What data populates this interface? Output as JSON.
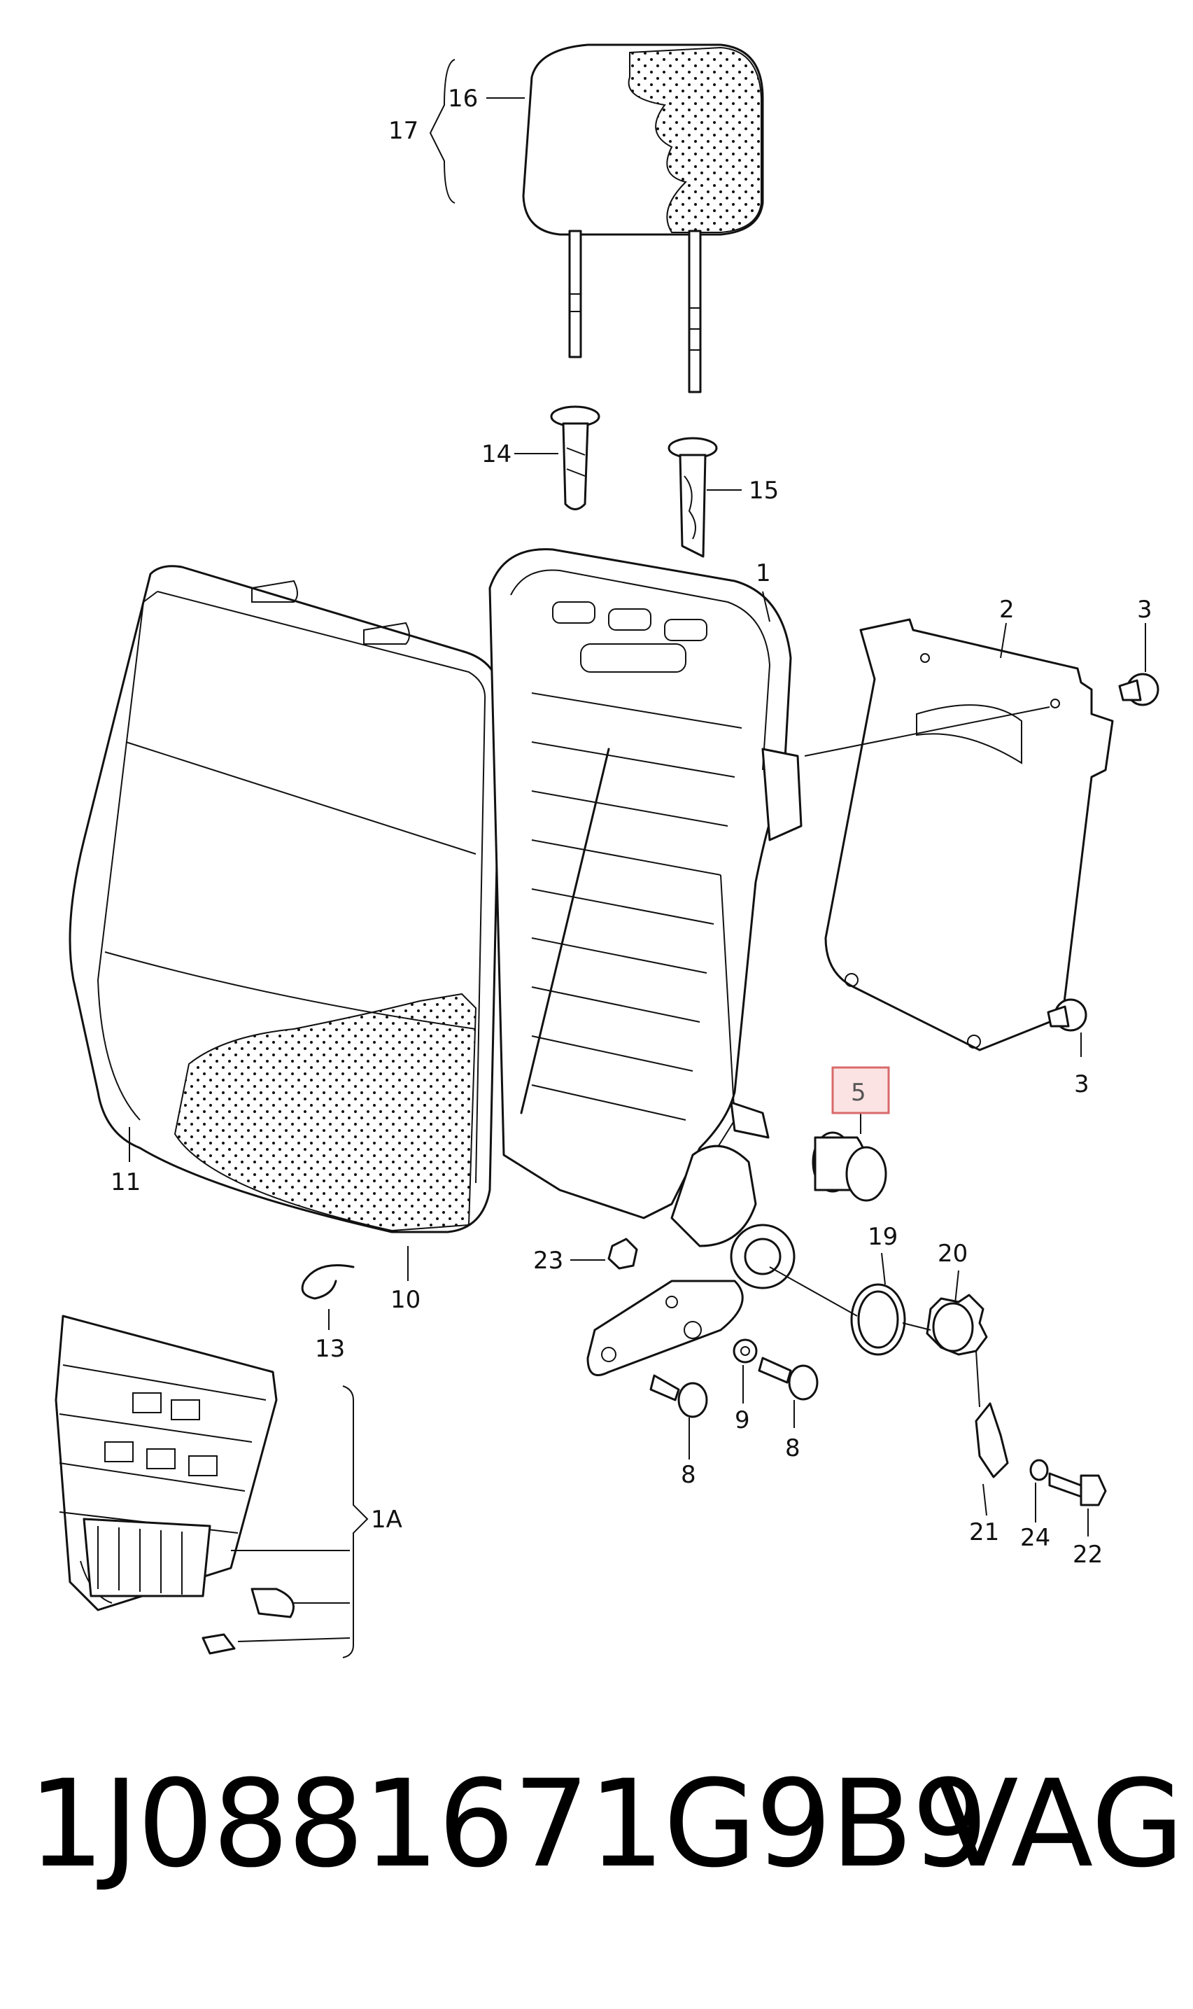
{
  "diagram": {
    "callouts": {
      "c1": "1",
      "c2": "2",
      "c3a": "3",
      "c3b": "3",
      "c5": "5",
      "c8a": "8",
      "c8b": "8",
      "c9": "9",
      "c10": "10",
      "c11": "11",
      "c13": "13",
      "c14": "14",
      "c15": "15",
      "c16": "16",
      "c17": "17",
      "c19": "19",
      "c20": "20",
      "c21": "21",
      "c22": "22",
      "c23": "23",
      "c24": "24",
      "c1A": "1A"
    },
    "highlight_color": "#d96a6a"
  },
  "footer": {
    "part_number": "1J0881671G9B9",
    "brand": "VAG"
  }
}
